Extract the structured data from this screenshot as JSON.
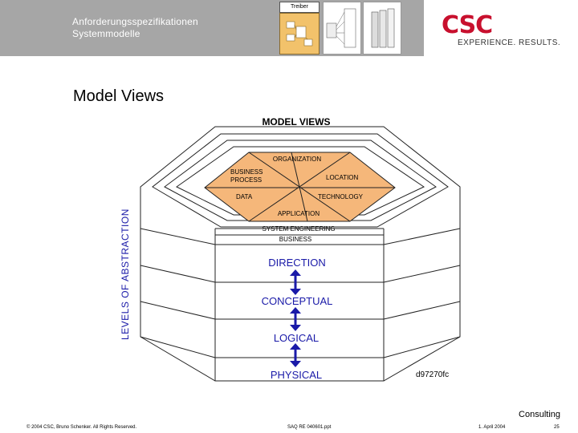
{
  "header": {
    "title_line1": "Anforderungsspezifikationen",
    "title_line2": "Systemmodelle",
    "nav_label": "Treiber"
  },
  "logo": {
    "mark": "CSC",
    "tagline": "EXPERIENCE. RESULTS."
  },
  "page_title": "Model Views",
  "diagram": {
    "heading": "MODEL VIEWS",
    "side_label": "LEVELS OF ABSTRACTION",
    "center_labels": {
      "organization": "ORGANIZATION",
      "business_process": "BUSINESS\nPROCESS",
      "location": "LOCATION",
      "data": "DATA",
      "technology": "TECHNOLOGY",
      "application": "APPLICATION"
    },
    "system_engineering": "SYSTEM ENGINEERING",
    "business": "BUSINESS",
    "levels": [
      "DIRECTION",
      "CONCEPTUAL",
      "LOGICAL",
      "PHYSICAL"
    ],
    "figure_id": "d97270fc"
  },
  "footer": {
    "company": "Consulting",
    "copyright": "© 2004 CSC, Bruno Schenker. All Rights Reserved.",
    "file": "SAQ RE 040601.ppt",
    "date": "1. April 2004",
    "page": "25"
  },
  "colors": {
    "header_band": "#a6a6a6",
    "center_fill": "#f5b77a",
    "level_text": "#1a1aa8",
    "arrow": "#1a1aa8",
    "logo": "#c8102e"
  }
}
